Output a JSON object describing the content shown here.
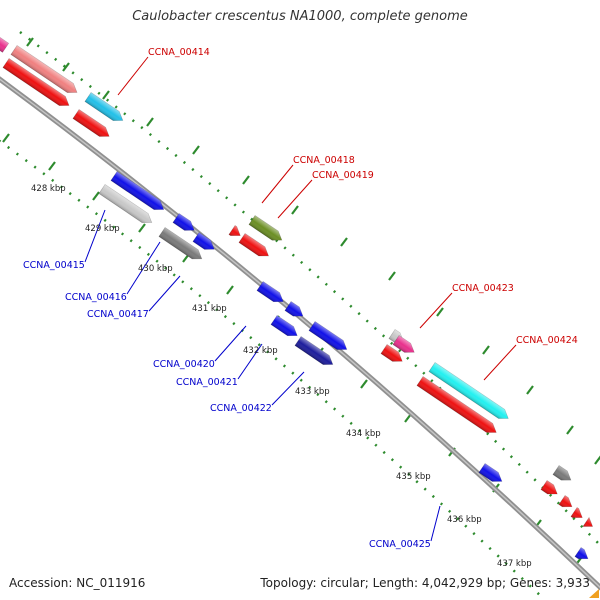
{
  "title": "Caulobacter crescentus NA1000, complete genome",
  "footer": {
    "accession": "Accession: NC_011916",
    "topology": "Topology: circular; Length: 4,042,929 bp; Genes: 3,933"
  },
  "colors": {
    "backbone": "#909090",
    "tick": "#2e8b2e",
    "forward_label": "#cc0000",
    "reverse_label": "#0000cc",
    "red": "#ee1111",
    "pink": "#f08080",
    "magenta": "#e8308c",
    "sky": "#22c0e8",
    "cyan": "#22f0f0",
    "olive": "#6b8e23",
    "blue": "#1010e8",
    "navy": "#1c1c9c",
    "silver": "#c8c8c8",
    "gray": "#7a7a7a"
  },
  "scale_labels": [
    "428 kbp",
    "429 kbp",
    "430 kbp",
    "431 kbp",
    "432 kbp",
    "433 kbp",
    "434 kbp",
    "435 kbp",
    "436 kbp",
    "437 kbp"
  ],
  "gene_labels": {
    "forward": [
      "CCNA_00414",
      "CCNA_00418",
      "CCNA_00419",
      "CCNA_00423",
      "CCNA_00424"
    ],
    "reverse": [
      "CCNA_00415",
      "CCNA_00416",
      "CCNA_00417",
      "CCNA_00420",
      "CCNA_00421",
      "CCNA_00422",
      "CCNA_00425"
    ]
  }
}
